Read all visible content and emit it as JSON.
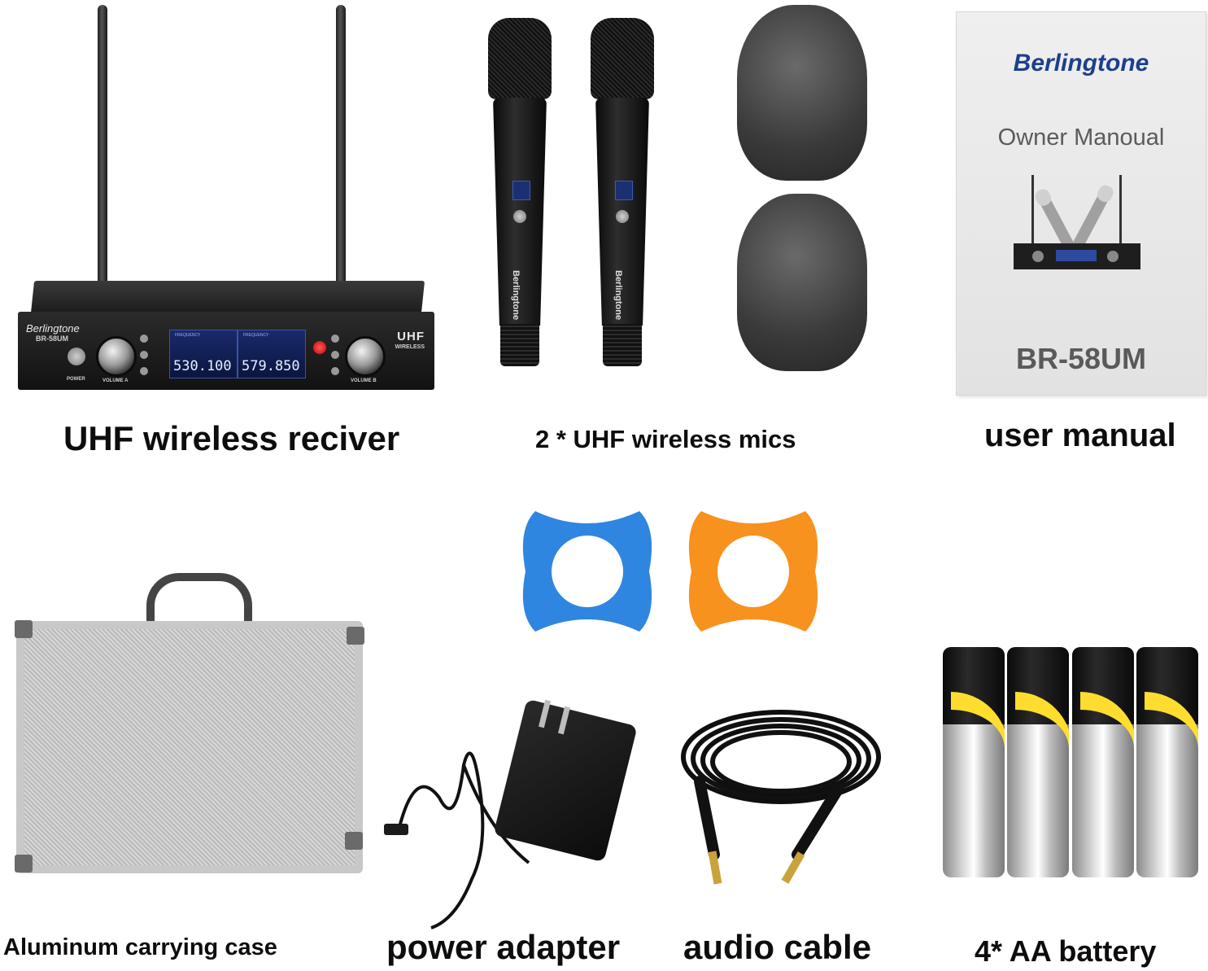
{
  "captions": {
    "receiver": "UHF wireless reciver",
    "mics": "2 * UHF wireless mics",
    "manual": "user manual",
    "case": "Aluminum carrying case",
    "adapter": "power adapter",
    "cable": "audio cable",
    "battery": "4* AA battery"
  },
  "receiver": {
    "brand": "Berlingtone",
    "model": "BR-58UM",
    "badge": "UHF",
    "badge_sub": "WIRELESS",
    "power_label": "POWER",
    "volume_a": "VOLUME A",
    "volume_b": "VOLUME B",
    "freq_a": "530.100",
    "freq_b": "579.850",
    "lcd_label": "FREQUENCY"
  },
  "mic": {
    "brand": "Berlingtone"
  },
  "manual": {
    "brand": "Berlingtone",
    "title": "Owner Manoual",
    "model": "BR-58UM"
  },
  "colors": {
    "ring_blue": "#2f86e0",
    "ring_orange": "#f7921e",
    "manual_brand": "#1c3f8f",
    "battery_yellow": "#ffdd2e"
  }
}
